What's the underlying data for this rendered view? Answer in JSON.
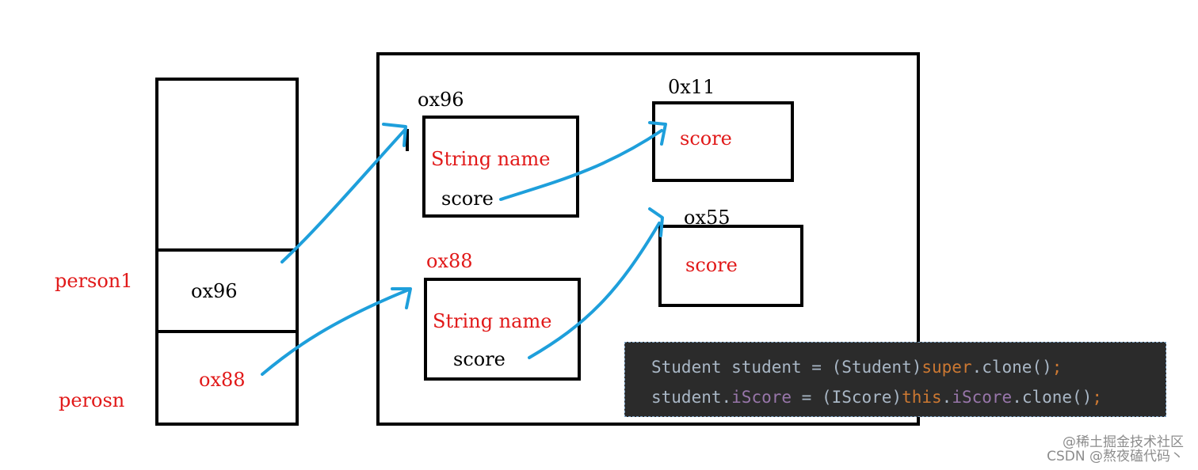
{
  "stack": {
    "person1_label": "person1",
    "person2_label": "perosn",
    "slot1_value": "ox96",
    "slot2_value": "ox88"
  },
  "heap": {
    "obj1": {
      "address": "ox96",
      "field_name": "String name",
      "field_score": "score"
    },
    "obj2": {
      "address": "ox88",
      "field_name": "String name",
      "field_score": "score"
    },
    "score1": {
      "address": "0x11",
      "label": "score"
    },
    "score2": {
      "address": "ox55",
      "label": "score"
    }
  },
  "code": {
    "line1": {
      "a": "Student student = (Student)",
      "b": "super",
      "c": ".clone()",
      "d": ";"
    },
    "line2": {
      "a": "student.",
      "b": "iScore",
      "c": " = (IScore)",
      "d": "this",
      "e": ".",
      "f": "iScore",
      "g": ".clone()",
      "h": ";"
    }
  },
  "watermark": {
    "line1": "@稀土掘金技术社区",
    "line2": "CSDN @熬夜磕代码丶"
  },
  "colors": {
    "arrow": "#1e9fdb",
    "red_text": "#e11919",
    "code_bg": "#2b2b2b",
    "keyword": "#cc7832",
    "field": "#9876aa"
  }
}
